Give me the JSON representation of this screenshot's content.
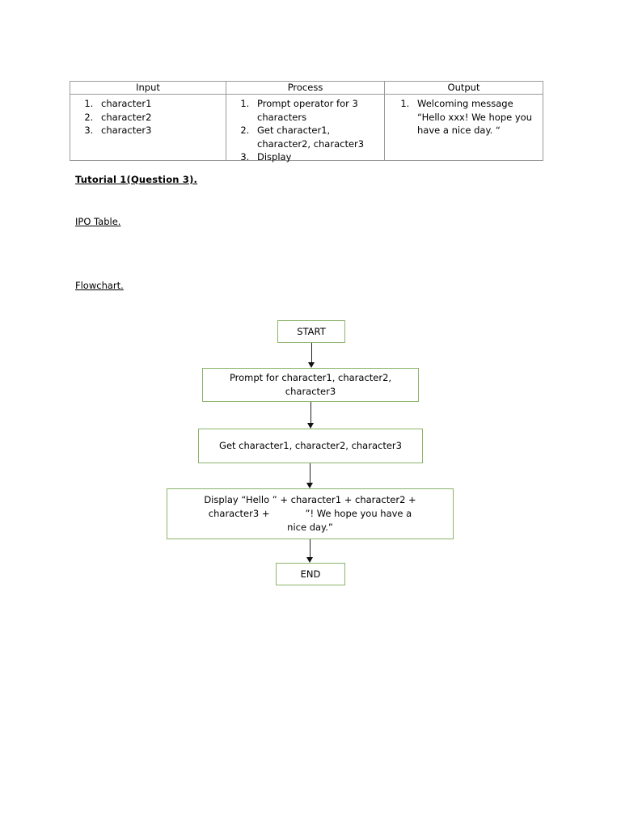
{
  "page": {
    "background": "#ffffff",
    "flow_border_color": "#8cb46a",
    "table_border_color": "#9a9a9a"
  },
  "ipo_table": {
    "headers": [
      "Input",
      "Process",
      "Output"
    ],
    "input_items": [
      "character1",
      "character2",
      "character3"
    ],
    "process_items": [
      "Prompt operator for 3 characters",
      "Get character1, character2, character3",
      "Display"
    ],
    "output_items": [
      "Welcoming message “Hello xxx! We hope you have a nice day. “"
    ]
  },
  "headings": {
    "tutorial": "Tutorial 1(Question 3).",
    "ipo": "IPO Table.",
    "flowchart": "Flowchart."
  },
  "flowchart": {
    "start": "START",
    "prompt": "Prompt for character1, character2, character3",
    "get": "Get character1, character2, character3",
    "display_line1": "Display “Hello ” + character1 + character2 +",
    "display_line2a": "character3 +",
    "display_line2b": "”! We hope you have a",
    "display_line3": "nice day.”",
    "end": "END"
  }
}
